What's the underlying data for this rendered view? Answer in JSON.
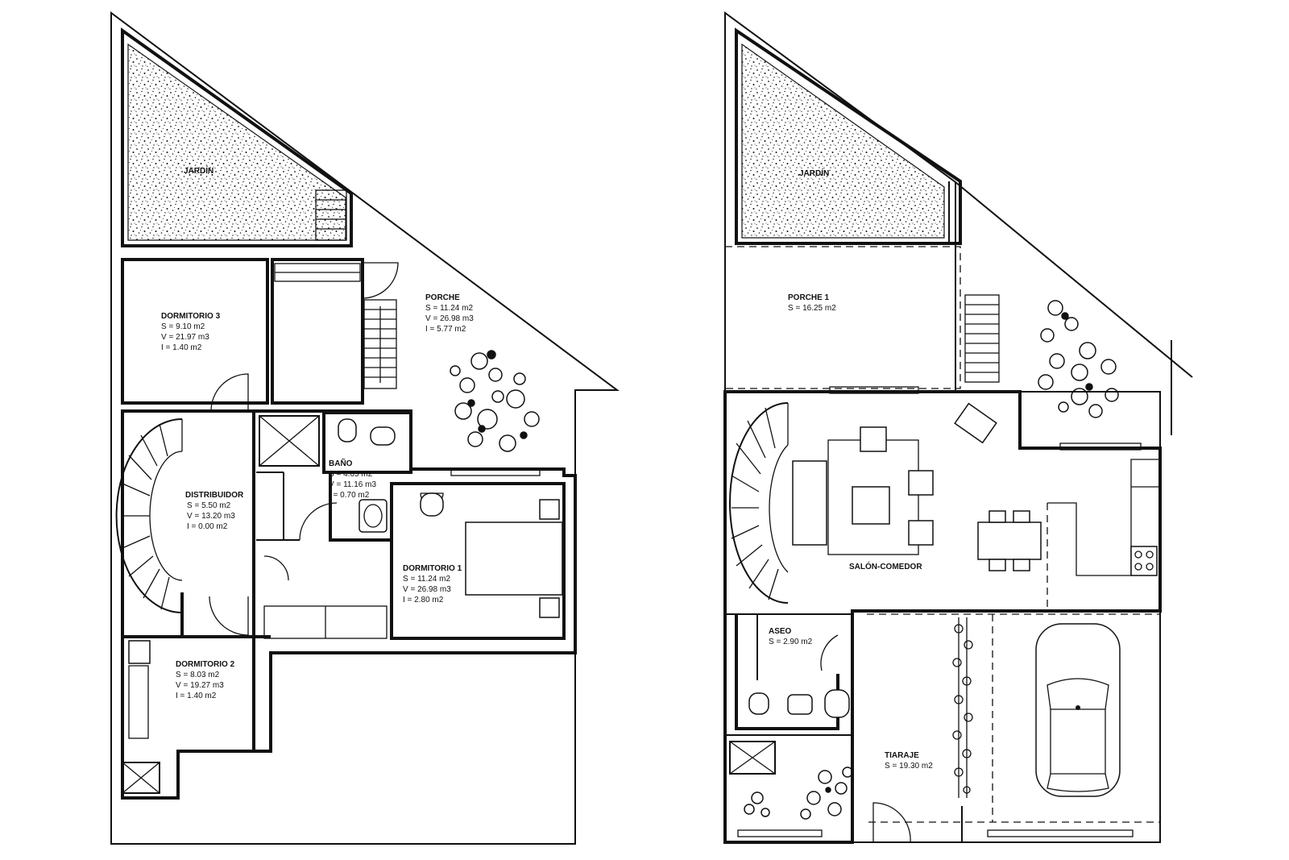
{
  "plans": {
    "upper": {
      "rooms": [
        {
          "name": "JARDÍN",
          "lines": []
        },
        {
          "name": "DORMITORIO 3",
          "lines": [
            "S = 9.10 m2",
            "V = 21.97 m3",
            "I = 1.40 m2"
          ]
        },
        {
          "name": "PORCHE",
          "lines": [
            "S = 11.24 m2",
            "V = 26.98 m3",
            "I = 5.77 m2"
          ]
        },
        {
          "name": "BAÑO",
          "lines": [
            "S = 4.65 m2",
            "V = 11.16 m3",
            "I = 0.70 m2"
          ]
        },
        {
          "name": "DISTRIBUIDOR",
          "lines": [
            "S = 5.50 m2",
            "V = 13.20 m3",
            "I = 0.00 m2"
          ]
        },
        {
          "name": "DORMITORIO 1",
          "lines": [
            "S = 11.24 m2",
            "V = 26.98 m3",
            "I = 2.80 m2"
          ]
        },
        {
          "name": "DORMITORIO 2",
          "lines": [
            "S = 8.03 m2",
            "V = 19.27 m3",
            "I = 1.40 m2"
          ]
        }
      ]
    },
    "ground": {
      "rooms": [
        {
          "name": "JARDÍN",
          "lines": []
        },
        {
          "name": "PORCHE 1",
          "lines": [
            "S = 16.25 m2"
          ]
        },
        {
          "name": "SALÓN-COMEDOR",
          "lines": []
        },
        {
          "name": "ASEO",
          "lines": [
            "S = 2.90 m2"
          ]
        },
        {
          "name": "TIARAJE",
          "lines": [
            "S = 19.30 m2"
          ]
        }
      ]
    }
  },
  "colors": {
    "ink": "#111111",
    "paper": "#ffffff"
  }
}
